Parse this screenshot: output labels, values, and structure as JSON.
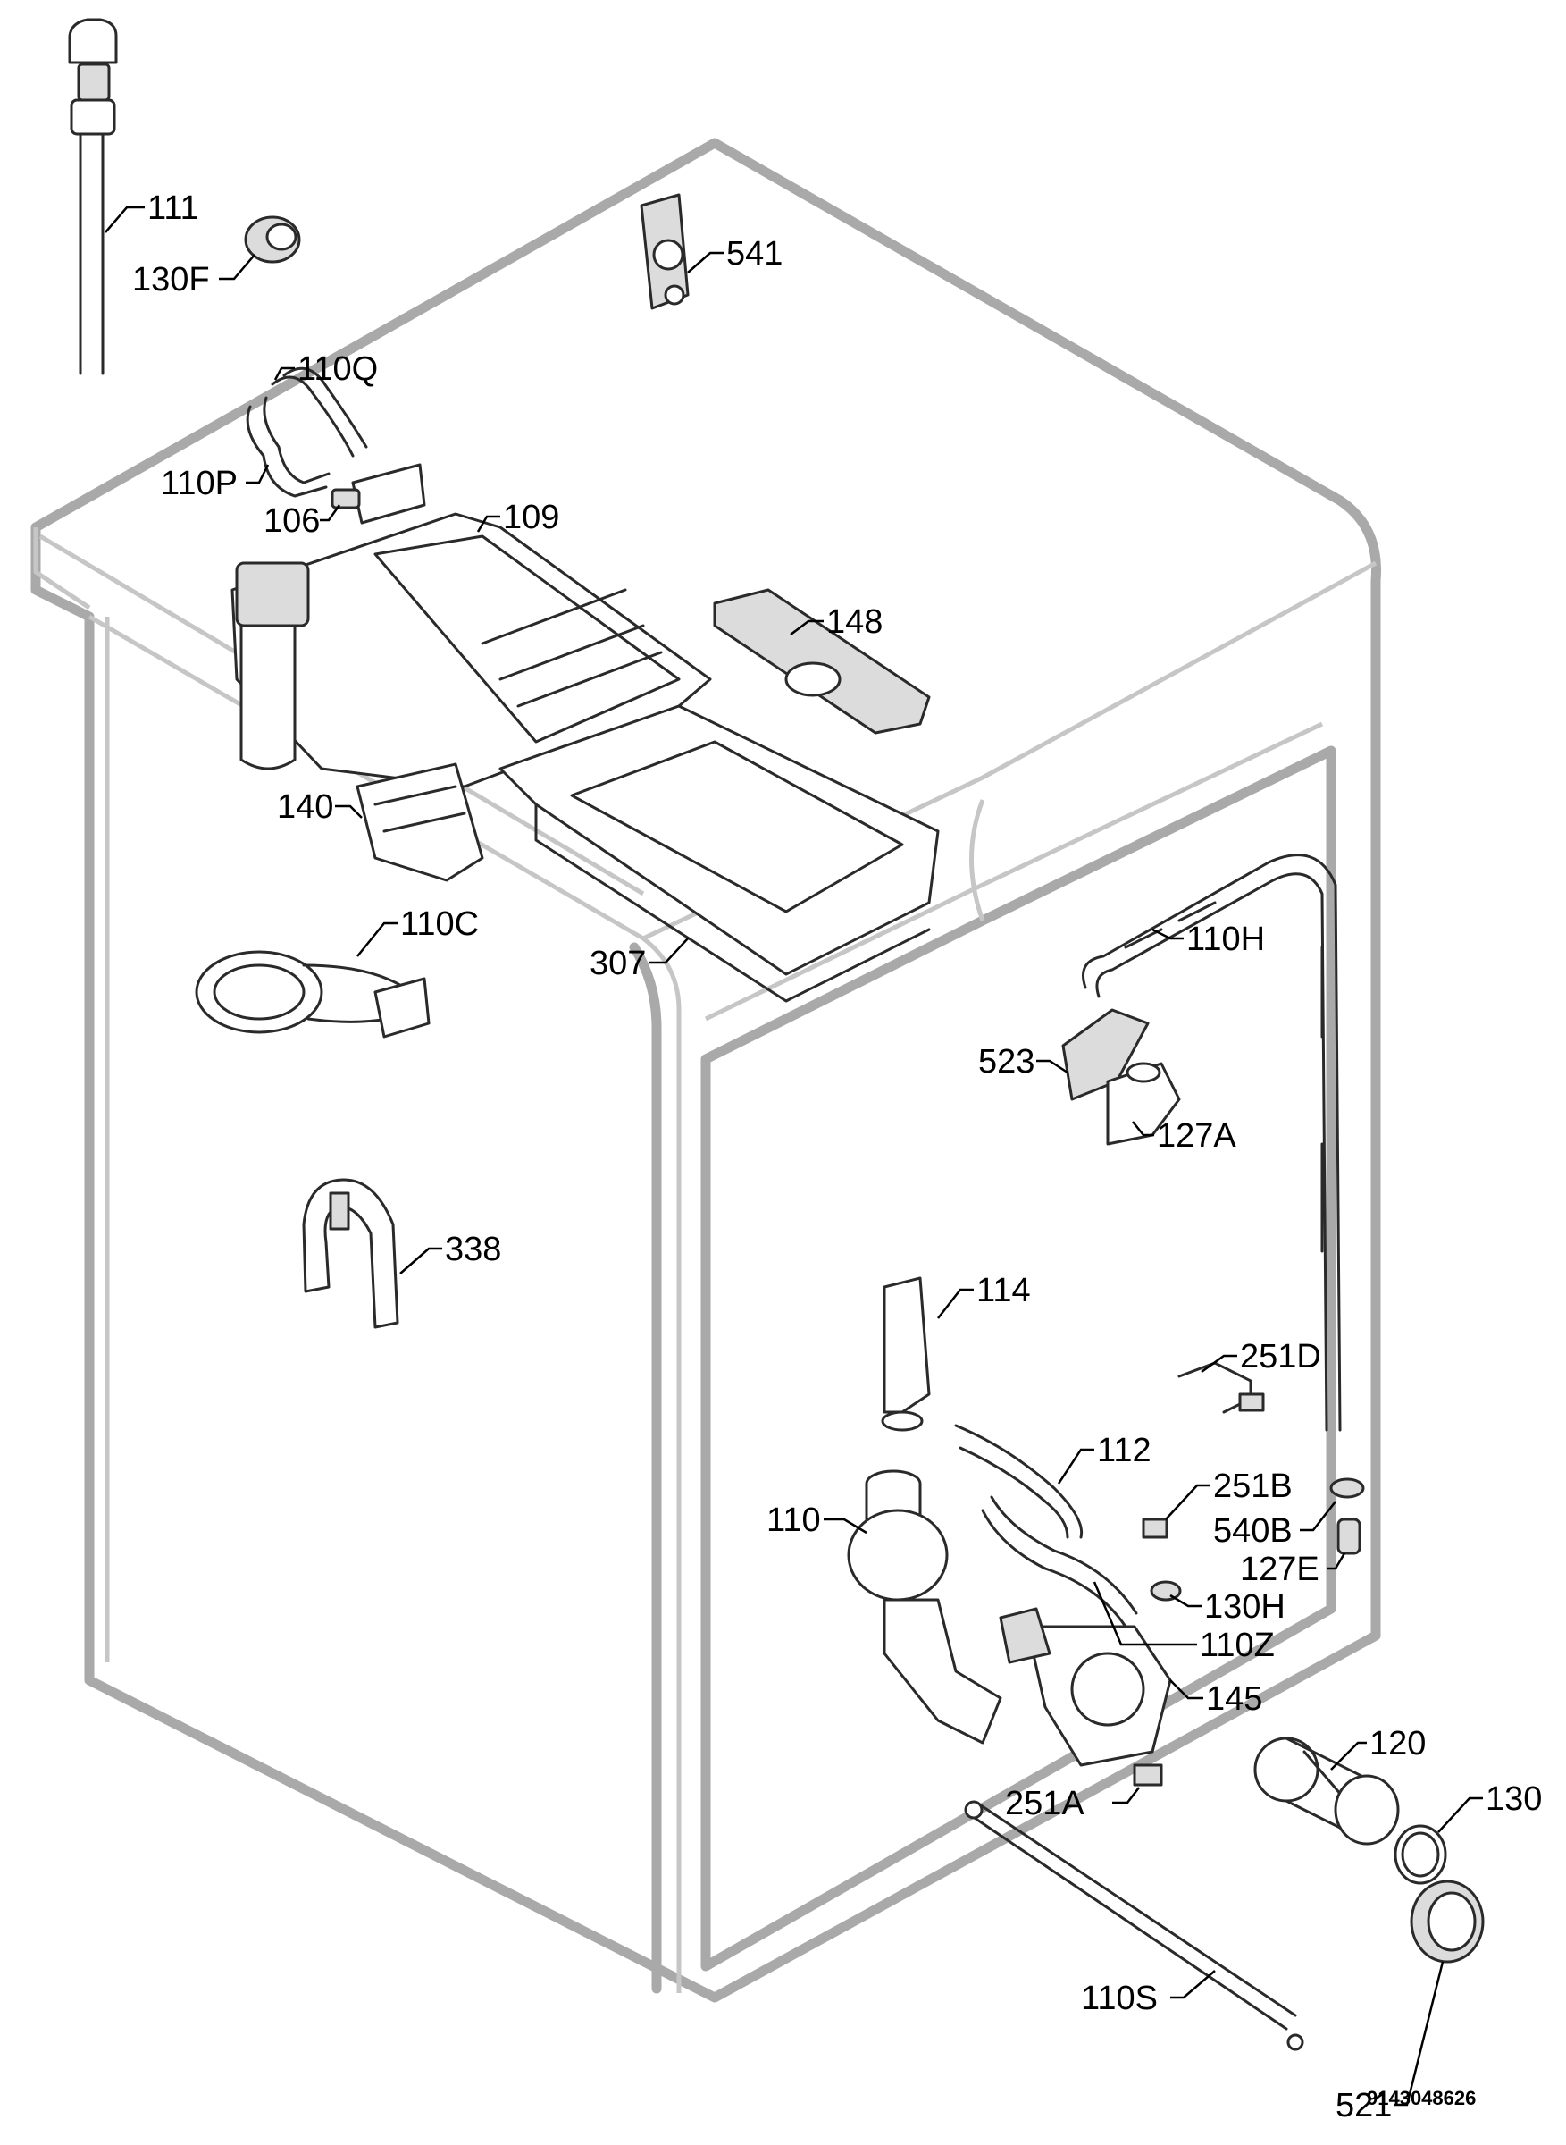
{
  "callouts": [
    {
      "id": "111",
      "text": "111"
    },
    {
      "id": "130F",
      "text": "130F"
    },
    {
      "id": "541",
      "text": "541"
    },
    {
      "id": "110Q",
      "text": "110Q"
    },
    {
      "id": "110P",
      "text": "110P"
    },
    {
      "id": "106",
      "text": "106"
    },
    {
      "id": "109",
      "text": "109"
    },
    {
      "id": "148",
      "text": "148"
    },
    {
      "id": "140",
      "text": "140"
    },
    {
      "id": "110C",
      "text": "110C"
    },
    {
      "id": "307",
      "text": "307"
    },
    {
      "id": "110H",
      "text": "110H"
    },
    {
      "id": "523",
      "text": "523"
    },
    {
      "id": "127A",
      "text": "127A"
    },
    {
      "id": "338",
      "text": "338"
    },
    {
      "id": "114",
      "text": "114"
    },
    {
      "id": "251D",
      "text": "251D"
    },
    {
      "id": "112",
      "text": "112"
    },
    {
      "id": "251B",
      "text": "251B"
    },
    {
      "id": "110",
      "text": "110"
    },
    {
      "id": "540B",
      "text": "540B"
    },
    {
      "id": "127E",
      "text": "127E"
    },
    {
      "id": "130H",
      "text": "130H"
    },
    {
      "id": "110Z",
      "text": "110Z"
    },
    {
      "id": "145",
      "text": "145"
    },
    {
      "id": "120",
      "text": "120"
    },
    {
      "id": "251A",
      "text": "251A"
    },
    {
      "id": "130",
      "text": "130"
    },
    {
      "id": "521",
      "text": "521"
    },
    {
      "id": "110S",
      "text": "110S"
    }
  ],
  "document_number": "9143048626"
}
